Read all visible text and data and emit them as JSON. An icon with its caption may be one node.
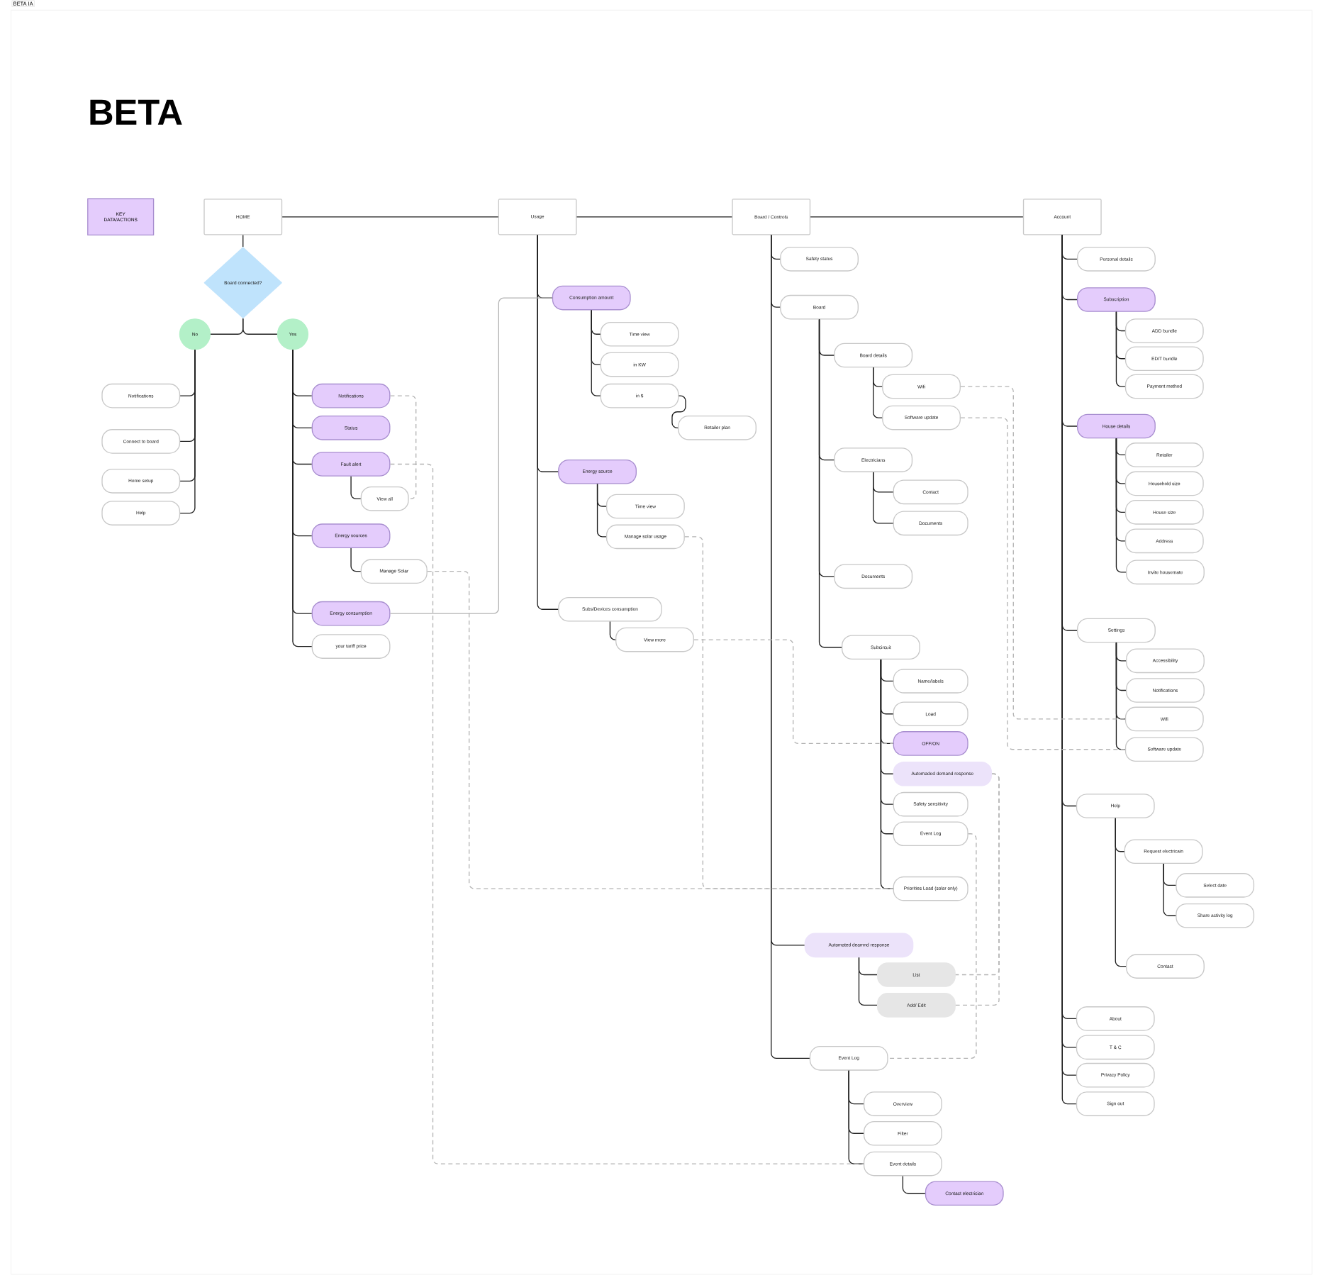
{
  "diagram": {
    "title": "BETA",
    "nodes": [
      {
        "text": [
          "HOME"
        ]
      },
      {
        "text": [
          "Board connected?"
        ]
      },
      {
        "text": [
          "No"
        ]
      },
      {
        "text": [
          "Yes"
        ]
      },
      {
        "text": [
          "Notifications"
        ]
      },
      {
        "text": [
          "Connect to board"
        ]
      },
      {
        "text": [
          "Home setup"
        ]
      },
      {
        "text": [
          "Help"
        ]
      },
      {
        "text": [
          "Notifications"
        ]
      },
      {
        "text": [
          "Status"
        ]
      },
      {
        "text": [
          "Fault alert"
        ]
      },
      {
        "text": [
          "View all"
        ]
      },
      {
        "text": [
          "Energy sources"
        ]
      },
      {
        "text": [
          "Manage Solar"
        ]
      },
      {
        "text": [
          "Energy consumption"
        ]
      },
      {
        "text": [
          "your tariff price"
        ]
      },
      {
        "text": [
          "Usage"
        ]
      },
      {
        "text": [
          "Consumption amount"
        ]
      },
      {
        "text": [
          "Time view"
        ]
      },
      {
        "text": [
          "in KW"
        ]
      },
      {
        "text": [
          "in $"
        ]
      },
      {
        "text": [
          "Retailer plan"
        ]
      },
      {
        "text": [
          "Energy source"
        ]
      },
      {
        "text": [
          "Time view"
        ]
      },
      {
        "text": [
          "Manage solar usage"
        ]
      },
      {
        "text": [
          "Subs/Devices consumption"
        ]
      },
      {
        "text": [
          "View more"
        ]
      },
      {
        "text": [
          "Board / Controls"
        ]
      },
      {
        "text": [
          "Safety status"
        ]
      },
      {
        "text": [
          "Board"
        ]
      },
      {
        "text": [
          "Board details"
        ]
      },
      {
        "text": [
          "Wifi"
        ]
      },
      {
        "text": [
          "Software update"
        ]
      },
      {
        "text": [
          "Electricians"
        ]
      },
      {
        "text": [
          "Contact"
        ]
      },
      {
        "text": [
          "Documents"
        ]
      },
      {
        "text": [
          "Documents"
        ]
      },
      {
        "text": [
          "Subcircuit"
        ]
      },
      {
        "text": [
          "Name/labels"
        ]
      },
      {
        "text": [
          "Load"
        ]
      },
      {
        "text": [
          "OFF/ON"
        ]
      },
      {
        "text": [
          "Automaded demand response"
        ]
      },
      {
        "text": [
          "Safety sensitivity"
        ]
      },
      {
        "text": [
          "Event Log"
        ]
      },
      {
        "text": [
          "Priorities Load (solar only)"
        ]
      },
      {
        "text": [
          "Automated deamnd response"
        ]
      },
      {
        "text": [
          "List"
        ]
      },
      {
        "text": [
          "Add/ Edit"
        ]
      },
      {
        "text": [
          "Event Log"
        ]
      },
      {
        "text": [
          "Overview"
        ]
      },
      {
        "text": [
          "Filter"
        ]
      },
      {
        "text": [
          "Event details"
        ]
      },
      {
        "text": [
          "Contact electrician"
        ]
      },
      {
        "text": [
          "Account"
        ]
      },
      {
        "text": [
          "Personal details"
        ]
      },
      {
        "text": [
          "Subscription"
        ]
      },
      {
        "text": [
          "ADD bundle"
        ]
      },
      {
        "text": [
          "EDIT bundle"
        ]
      },
      {
        "text": [
          "Payment method"
        ]
      },
      {
        "text": [
          "House details"
        ]
      },
      {
        "text": [
          "Retailer"
        ]
      },
      {
        "text": [
          "Household size"
        ]
      },
      {
        "text": [
          "House size"
        ]
      },
      {
        "text": [
          "Address"
        ]
      },
      {
        "text": [
          "Invite housemate"
        ]
      },
      {
        "text": [
          "Settings"
        ]
      },
      {
        "text": [
          "Accessibility"
        ]
      },
      {
        "text": [
          "Notifications"
        ]
      },
      {
        "text": [
          "Wifi"
        ]
      },
      {
        "text": [
          "Software update"
        ]
      },
      {
        "text": [
          "Help"
        ]
      },
      {
        "text": [
          "Request electricain"
        ]
      },
      {
        "text": [
          "Select date"
        ]
      },
      {
        "text": [
          "Share activity log"
        ]
      },
      {
        "text": [
          "Contact"
        ]
      },
      {
        "text": [
          "About"
        ]
      },
      {
        "text": [
          "T & C"
        ]
      },
      {
        "text": [
          "Privacy Policy"
        ]
      },
      {
        "text": [
          "Sign out"
        ]
      }
    ],
    "edges": [
      {
        "from": 0,
        "to": 16,
        "arrow": "none"
      },
      {
        "from": 16,
        "to": 27,
        "arrow": "none"
      },
      {
        "from": 27,
        "to": 53,
        "arrow": "none"
      },
      {
        "from": 0,
        "to": 1,
        "arrow": "none"
      },
      {
        "from": 1,
        "to": 2,
        "arrow": "none"
      },
      {
        "from": 1,
        "to": 3,
        "arrow": "none"
      },
      {
        "from": 2,
        "to": 4,
        "arrow": "none"
      },
      {
        "from": 2,
        "to": 5,
        "arrow": "none"
      },
      {
        "from": 2,
        "to": 6,
        "arrow": "none"
      },
      {
        "from": 2,
        "to": 7,
        "arrow": "none"
      },
      {
        "from": 3,
        "to": 8,
        "arrow": "none"
      },
      {
        "from": 3,
        "to": 9,
        "arrow": "none"
      },
      {
        "from": 3,
        "to": 10,
        "arrow": "none"
      },
      {
        "from": 3,
        "to": 12,
        "arrow": "none"
      },
      {
        "from": 3,
        "to": 14,
        "arrow": "none"
      },
      {
        "from": 3,
        "to": 15,
        "arrow": "none"
      },
      {
        "from": 10,
        "to": 11,
        "arrow": "none"
      },
      {
        "from": 12,
        "to": 13,
        "arrow": "none"
      },
      {
        "from": 16,
        "to": 17,
        "arrow": "none"
      },
      {
        "from": 16,
        "to": 22,
        "arrow": "none"
      },
      {
        "from": 16,
        "to": 25,
        "arrow": "none"
      },
      {
        "from": 17,
        "to": 18,
        "arrow": "none"
      },
      {
        "from": 17,
        "to": 19,
        "arrow": "none"
      },
      {
        "from": 17,
        "to": 20,
        "arrow": "none"
      },
      {
        "from": 20,
        "to": 21,
        "arrow": "none"
      },
      {
        "from": 22,
        "to": 23,
        "arrow": "none"
      },
      {
        "from": 22,
        "to": 24,
        "arrow": "none"
      },
      {
        "from": 25,
        "to": 26,
        "arrow": "none"
      },
      {
        "from": 27,
        "to": 28,
        "arrow": "none"
      },
      {
        "from": 27,
        "to": 29,
        "arrow": "none"
      },
      {
        "from": 27,
        "to": 45,
        "arrow": "none"
      },
      {
        "from": 27,
        "to": 48,
        "arrow": "none"
      },
      {
        "from": 29,
        "to": 30,
        "arrow": "none"
      },
      {
        "from": 29,
        "to": 33,
        "arrow": "none"
      },
      {
        "from": 29,
        "to": 36,
        "arrow": "none"
      },
      {
        "from": 29,
        "to": 37,
        "arrow": "none"
      },
      {
        "from": 30,
        "to": 31,
        "arrow": "none"
      },
      {
        "from": 30,
        "to": 32,
        "arrow": "none"
      },
      {
        "from": 33,
        "to": 34,
        "arrow": "none"
      },
      {
        "from": 33,
        "to": 35,
        "arrow": "none"
      },
      {
        "from": 37,
        "to": 38,
        "arrow": "none"
      },
      {
        "from": 37,
        "to": 39,
        "arrow": "none"
      },
      {
        "from": 37,
        "to": 40,
        "arrow": "none"
      },
      {
        "from": 37,
        "to": 41,
        "arrow": "none"
      },
      {
        "from": 37,
        "to": 42,
        "arrow": "none"
      },
      {
        "from": 37,
        "to": 43,
        "arrow": "none"
      },
      {
        "from": 37,
        "to": 44,
        "arrow": "none"
      },
      {
        "from": 45,
        "to": 46,
        "arrow": "none"
      },
      {
        "from": 45,
        "to": 47,
        "arrow": "none"
      },
      {
        "from": 48,
        "to": 49,
        "arrow": "none"
      },
      {
        "from": 48,
        "to": 50,
        "arrow": "none"
      },
      {
        "from": 48,
        "to": 51,
        "arrow": "none"
      },
      {
        "from": 51,
        "to": 52,
        "arrow": "none"
      },
      {
        "from": 53,
        "to": 54,
        "arrow": "none"
      },
      {
        "from": 53,
        "to": 55,
        "arrow": "none"
      },
      {
        "from": 53,
        "to": 59,
        "arrow": "none"
      },
      {
        "from": 53,
        "to": 65,
        "arrow": "none"
      },
      {
        "from": 53,
        "to": 70,
        "arrow": "none"
      },
      {
        "from": 53,
        "to": 75,
        "arrow": "none"
      },
      {
        "from": 53,
        "to": 76,
        "arrow": "none"
      },
      {
        "from": 53,
        "to": 77,
        "arrow": "none"
      },
      {
        "from": 53,
        "to": 78,
        "arrow": "none"
      },
      {
        "from": 55,
        "to": 56,
        "arrow": "none"
      },
      {
        "from": 55,
        "to": 57,
        "arrow": "none"
      },
      {
        "from": 55,
        "to": 58,
        "arrow": "none"
      },
      {
        "from": 59,
        "to": 60,
        "arrow": "none"
      },
      {
        "from": 59,
        "to": 61,
        "arrow": "none"
      },
      {
        "from": 59,
        "to": 62,
        "arrow": "none"
      },
      {
        "from": 59,
        "to": 63,
        "arrow": "none"
      },
      {
        "from": 59,
        "to": 64,
        "arrow": "none"
      },
      {
        "from": 65,
        "to": 66,
        "arrow": "none"
      },
      {
        "from": 65,
        "to": 67,
        "arrow": "none"
      },
      {
        "from": 65,
        "to": 68,
        "arrow": "none"
      },
      {
        "from": 65,
        "to": 69,
        "arrow": "none"
      },
      {
        "from": 70,
        "to": 71,
        "arrow": "none"
      },
      {
        "from": 70,
        "to": 74,
        "arrow": "none"
      },
      {
        "from": 71,
        "to": 72,
        "arrow": "none"
      },
      {
        "from": 71,
        "to": 73,
        "arrow": "none"
      },
      {
        "from": 8,
        "to": 11,
        "arrow": "none",
        "style": "dashed",
        "color": "#b3b3b3"
      },
      {
        "from": 10,
        "to": 51,
        "arrow": "none",
        "style": "dashed",
        "color": "#b3b3b3"
      },
      {
        "from": 13,
        "to": 44,
        "arrow": "none",
        "style": "dashed",
        "color": "#b3b3b3"
      },
      {
        "from": 14,
        "to": 17,
        "arrow": "none",
        "color": "#b3b3b3"
      },
      {
        "from": 24,
        "to": 44,
        "arrow": "none",
        "style": "dashed",
        "color": "#b3b3b3"
      },
      {
        "from": 26,
        "to": 40,
        "arrow": "none",
        "style": "dashed",
        "color": "#b3b3b3"
      },
      {
        "from": 31,
        "to": 68,
        "arrow": "none",
        "style": "dashed",
        "color": "#b3b3b3"
      },
      {
        "from": 32,
        "to": 69,
        "arrow": "none",
        "style": "dashed",
        "color": "#b3b3b3"
      },
      {
        "from": 41,
        "to": 46,
        "arrow": "none",
        "style": "dashed",
        "color": "#b3b3b3"
      },
      {
        "from": 41,
        "to": 47,
        "arrow": "none",
        "style": "dashed",
        "color": "#b3b3b3"
      },
      {
        "from": 43,
        "to": 48,
        "arrow": "none",
        "style": "dashed",
        "color": "#b3b3b3"
      }
    ],
    "labels": [
      "BETA IA"
    ],
    "legend": [
      {
        "text": "KEY DATA/ACTIONS",
        "color": "#e4ccfc"
      }
    ]
  }
}
